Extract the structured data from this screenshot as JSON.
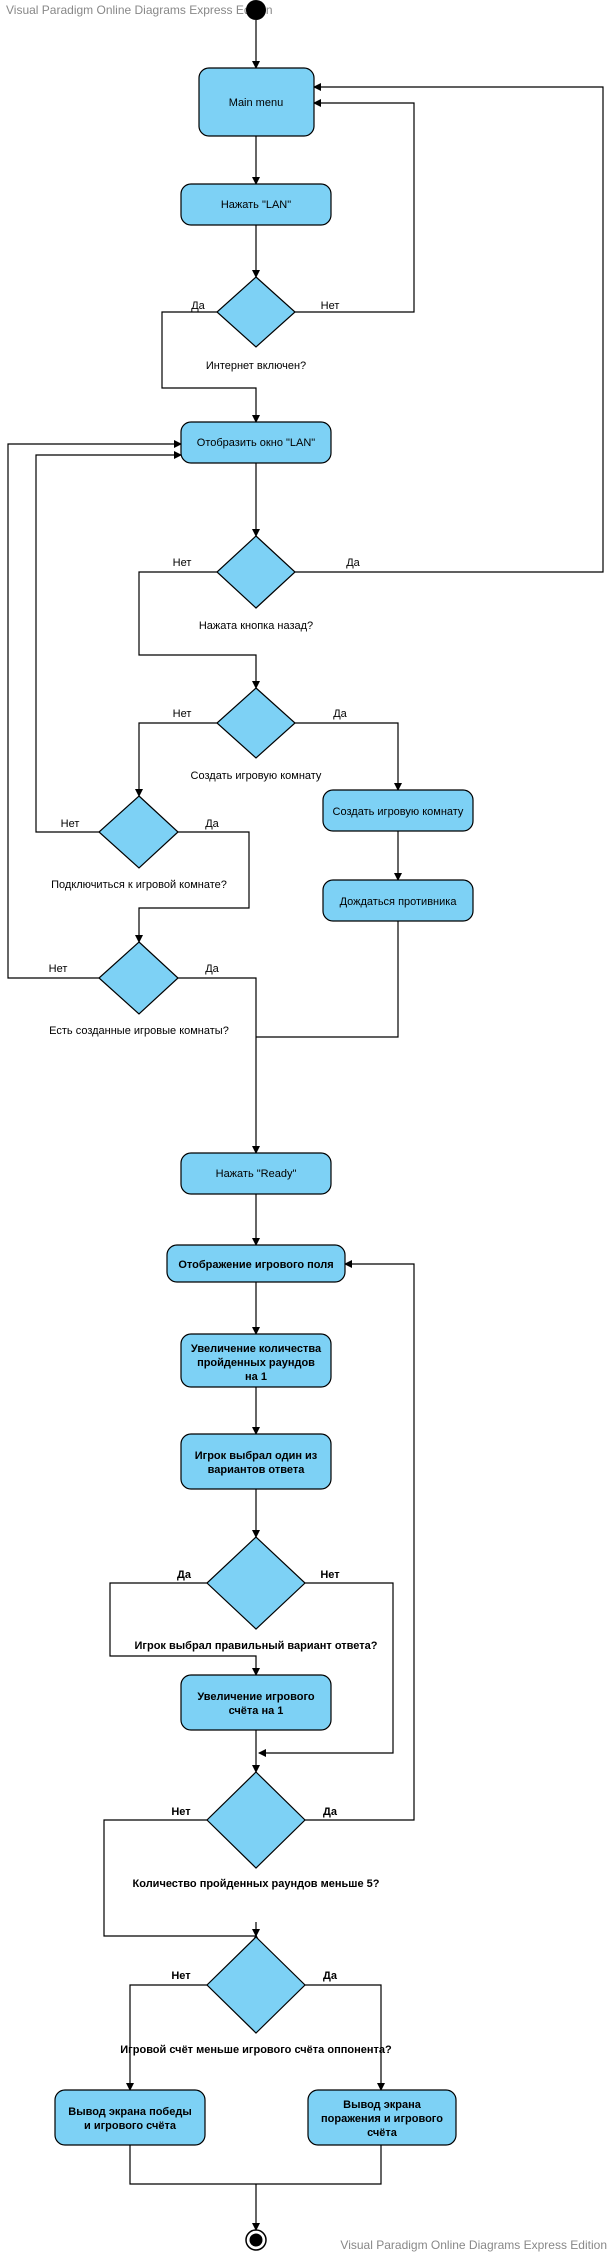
{
  "watermark_top": "Visual Paradigm Online Diagrams Express Edition",
  "watermark_bottom": "Visual Paradigm Online Diagrams Express Edition",
  "actions": {
    "main_menu": "Main menu",
    "press_lan": "Нажать \"LAN\"",
    "show_lan_window": "Отобразить окно \"LAN\"",
    "create_room": "Создать игровую комнату",
    "wait_opponent": "Дождаться противника",
    "press_ready": "Нажать \"Ready\"",
    "show_field": "Отображение игрового поля",
    "inc_rounds": [
      "Увеличение количества",
      "пройденных раундов",
      "на 1"
    ],
    "player_chose": [
      "Игрок выбрал один из",
      "вариантов ответа"
    ],
    "inc_score": [
      "Увеличение игрового",
      "счёта на 1"
    ],
    "win_screen": [
      "Вывод экрана победы",
      "и игрового счёта"
    ],
    "lose_screen": [
      "Вывод экрана",
      "поражения и игрового",
      "счёта"
    ]
  },
  "decisions": {
    "internet_on": "Интернет включен?",
    "back_pressed": "Нажата кнопка назад?",
    "create_room_q": "Создать игровую комнату",
    "join_room_q": "Подключиться к игровой комнате?",
    "rooms_exist_q": "Есть созданные игровые комнаты?",
    "correct_answer_q": "Игрок выбрал правильный вариант ответа?",
    "rounds_less_q": "Количество пройденных раундов меньше 5?",
    "score_less_q": "Игровой счёт меньше игрового счёта оппонента?"
  },
  "branch": {
    "yes": "Да",
    "no": "Нет"
  },
  "colors": {
    "node_fill": "#7dd1f5",
    "stroke": "#000000",
    "watermark": "#888888"
  }
}
